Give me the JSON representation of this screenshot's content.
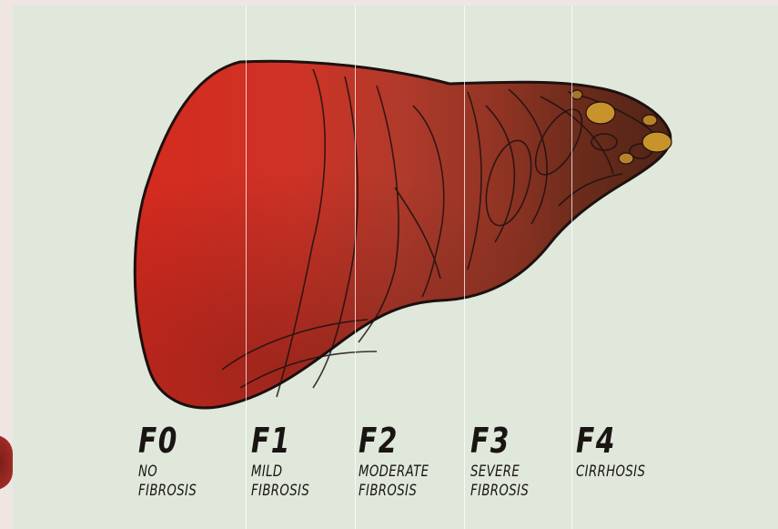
{
  "stages": [
    {
      "code": "F0",
      "description": "NO\nFIBROSIS"
    },
    {
      "code": "F1",
      "description": "MILD\nFIBROSIS"
    },
    {
      "code": "F2",
      "description": "MODERATE\nFIBROSIS"
    },
    {
      "code": "F3",
      "description": "SEVERE\nFIBROSIS"
    },
    {
      "code": "F4",
      "description": "CIRRHOSIS"
    }
  ],
  "colors": {
    "background": "#dfe8db",
    "f0": "#d12a1f",
    "f1": "#c73a2c",
    "f2": "#a7392a",
    "f3": "#8a3524",
    "f4": "#5e2a1a",
    "nodule": "#c8932a",
    "outline": "#1d1110"
  }
}
